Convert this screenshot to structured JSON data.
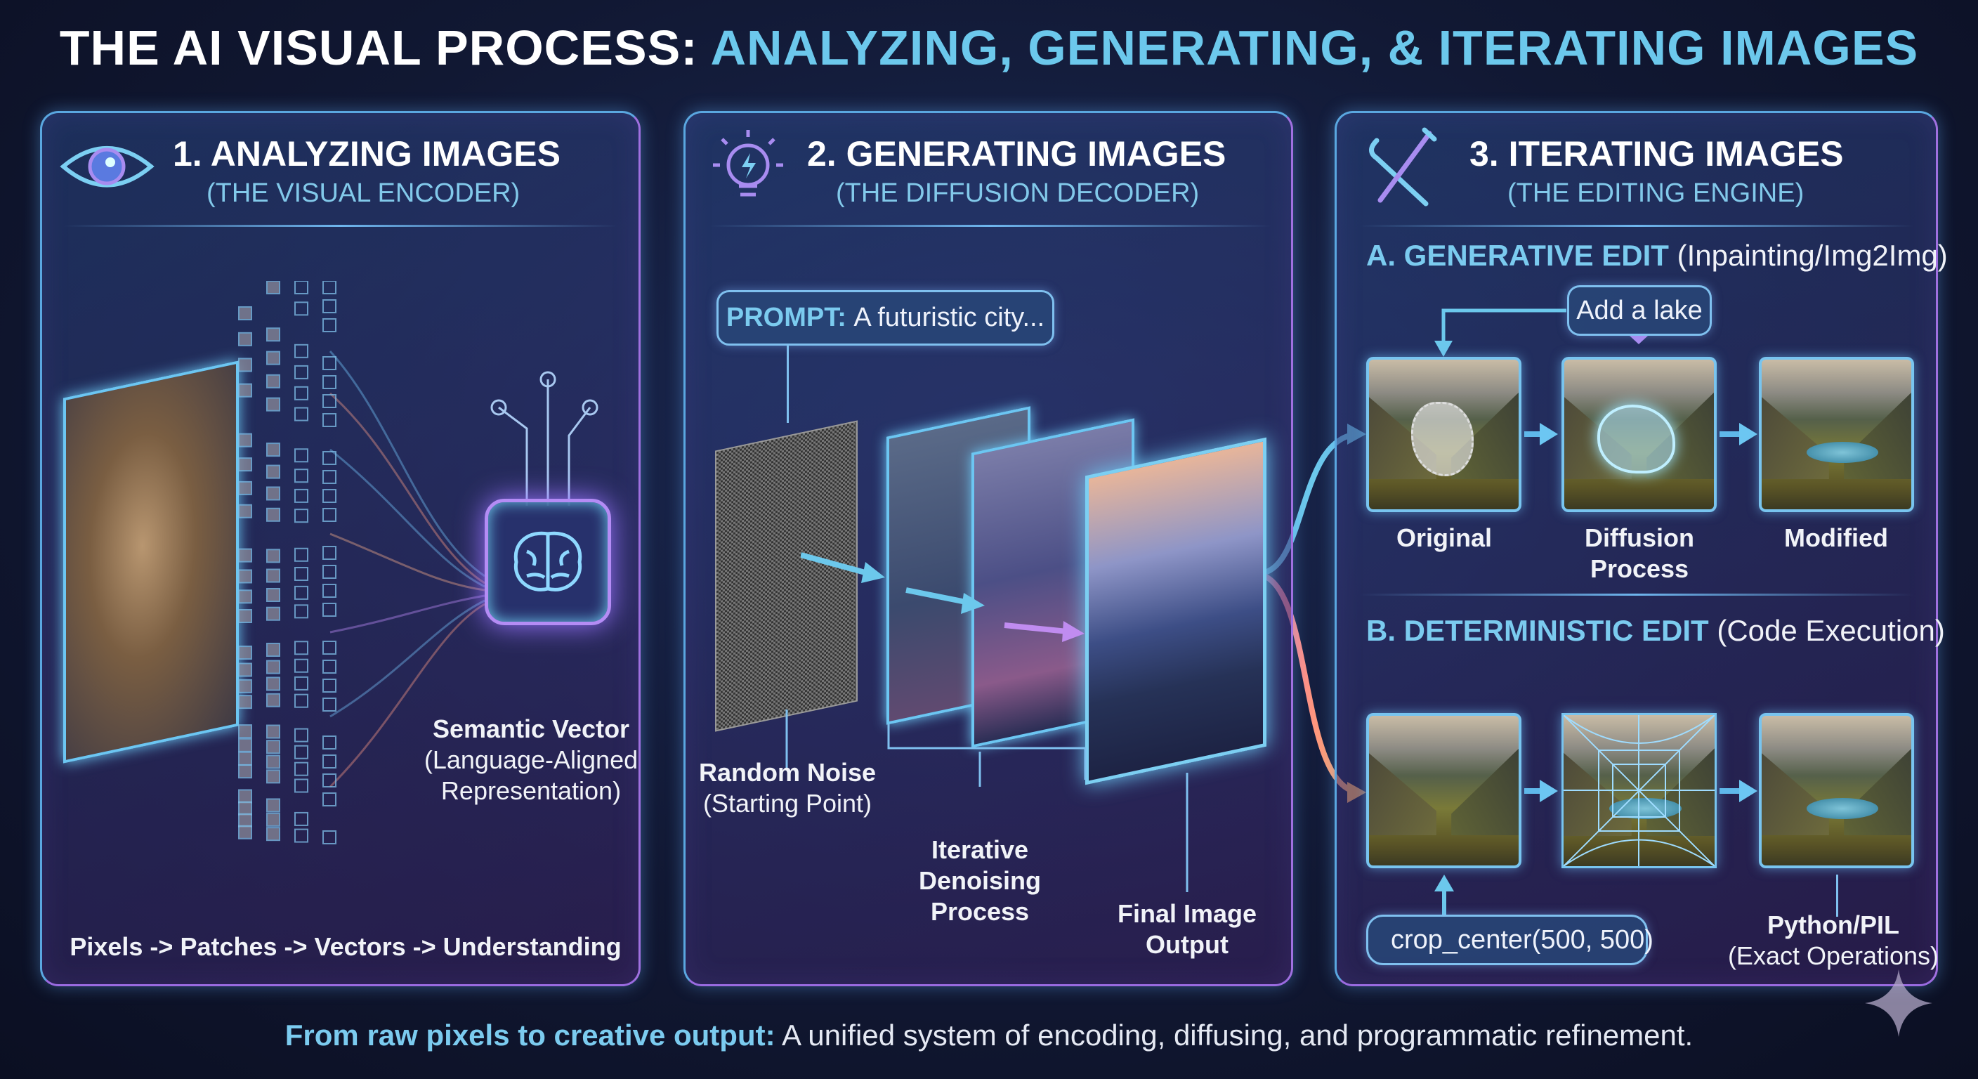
{
  "title": {
    "lead": "THE AI VISUAL PROCESS:",
    "accent": "ANALYZING, GENERATING, & ITERATING IMAGES"
  },
  "colors": {
    "accent": "#6cc8ec",
    "panel_border": "#5aa7e0",
    "glow_purple": "#a070e0",
    "glow_orange": "#ff9a4a"
  },
  "panels": [
    {
      "icon": "eye-icon",
      "title": "1. ANALYZING IMAGES",
      "subtitle": "(THE VISUAL ENCODER)",
      "vector_label": {
        "title": "Semantic Vector",
        "line1": "(Language-Aligned",
        "line2": "Representation)"
      },
      "pipeline": "Pixels -> Patches -> Vectors -> Understanding"
    },
    {
      "icon": "lightbulb-icon",
      "title": "2. GENERATING IMAGES",
      "subtitle": "(THE DIFFUSION DECODER)",
      "prompt_label": "PROMPT:",
      "prompt_text": "A futuristic city...",
      "noise_label": {
        "title": "Random Noise",
        "sub": "(Starting Point)"
      },
      "denoise_label": [
        "Iterative",
        "Denoising",
        "Process"
      ],
      "final_label": [
        "Final Image",
        "Output"
      ]
    },
    {
      "icon": "tools-icon",
      "title": "3. ITERATING IMAGES",
      "subtitle": "(THE EDITING ENGINE)",
      "generative": {
        "heading": "A. GENERATIVE EDIT",
        "heading_note": "(Inpainting/Img2Img)",
        "instruction": "Add a lake",
        "steps": [
          "Original",
          "Diffusion",
          "Process",
          "Modified"
        ]
      },
      "deterministic": {
        "heading": "B. DETERMINISTIC EDIT",
        "heading_note": "(Code Execution)",
        "code": "crop_center(500, 500)",
        "tool": "Python/PIL",
        "tool_note": "(Exact Operations)"
      }
    }
  ],
  "footer": {
    "highlight": "From raw pixels to creative output:",
    "text": " A unified system of encoding, diffusing, and programmatic refinement."
  }
}
